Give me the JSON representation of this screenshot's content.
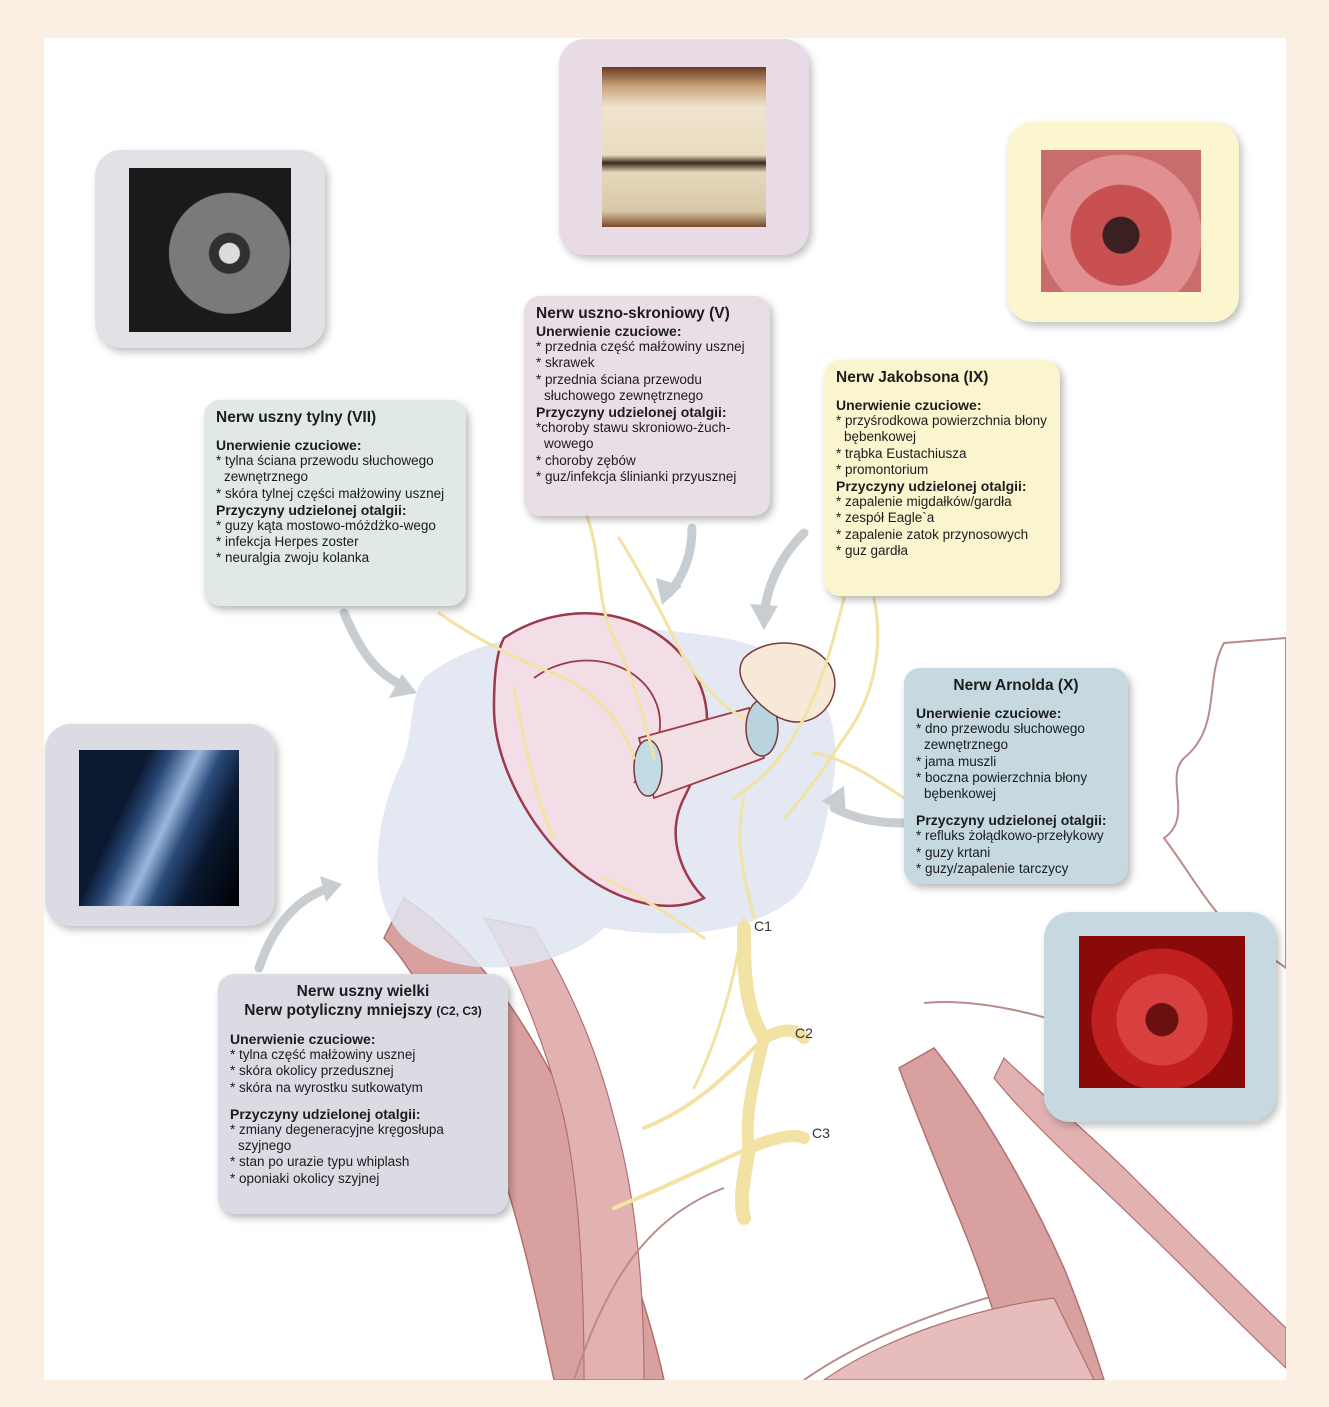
{
  "boxes": {
    "posterior_auricular": {
      "title": "Nerw uszny tylny  (VII)",
      "innervation_heading": "Unerwienie czuciowe:",
      "innervation": [
        "* tylna ściana przewodu słuchowego zewnętrznego",
        "* skóra tylnej części małżowiny usznej"
      ],
      "causes_heading": "Przyczyny udzielonej otalgii:",
      "causes": [
        "* guzy kąta mostowo-móżdżko-wego",
        "* infekcja Herpes zoster",
        "* neuralgia zwoju kolanka"
      ],
      "color": "#e1e9e5"
    },
    "auriculotemporal": {
      "title": "Nerw uszno-skroniowy (V)",
      "innervation_heading": "Unerwienie czuciowe:",
      "innervation": [
        "* przednia część małżowiny usznej",
        "* skrawek",
        "* przednia ściana przewodu słuchowego zewnętrznego"
      ],
      "causes_heading": "Przyczyny udzielonej otalgii:",
      "causes": [
        "*choroby stawu skroniowo-żuch-wowego",
        "* choroby zębów",
        "* guz/infekcja ślinianki przyusznej"
      ],
      "color": "#e9dde6"
    },
    "jacobson": {
      "title": "Nerw Jakobsona (IX)",
      "innervation_heading": "Unerwienie czuciowe:",
      "innervation": [
        "* przyśrodkowa powierzchnia błony bębenkowej",
        "* trąbka Eustachiusza",
        "* promontorium"
      ],
      "causes_heading": "Przyczyny udzielonej otalgii:",
      "causes": [
        "* zapalenie migdałków/gardła",
        "* zespół Eagle`a",
        "* zapalenie zatok przynosowych",
        "* guz gardła"
      ],
      "color": "#fbf5cf"
    },
    "arnold": {
      "title": "Nerw Arnolda (X)",
      "innervation_heading": "Unerwienie czuciowe:",
      "innervation": [
        "* dno przewodu słuchowego zewnętrznego",
        "* jama muszli",
        "* boczna powierzchnia błony bębenkowej"
      ],
      "causes_heading": "Przyczyny udzielonej otalgii:",
      "causes": [
        "* refluks żołądkowo-przełykowy",
        "* guzy krtani",
        "* guzy/zapalenie tarczycy"
      ],
      "color": "#c6d9e1"
    },
    "great_auricular": {
      "title": "Nerw uszny wielki",
      "title2": "Nerw potyliczny mniejszy",
      "title2_suffix": "(C2, C3)",
      "innervation_heading": "Unerwienie czuciowe:",
      "innervation": [
        "* tylna część małżowiny usznej",
        "* skóra okolicy przedusznej",
        "* skóra na wyrostku sutkowatym"
      ],
      "causes_heading": "Przyczyny udzielonej otalgii:",
      "causes": [
        "* zmiany degeneracyjne kręgosłupa szyjnego",
        "* stan po urazie typu whiplash",
        "* oponiaki okolicy szyjnej"
      ],
      "color": "#dadbe3"
    }
  },
  "spinal_labels": [
    "C1",
    "C2",
    "C3"
  ],
  "colors": {
    "page_border": "#fbeee2",
    "nerve": "#f2e2a3",
    "muscle": "#c98a8a",
    "arrow": "#c8cdd2",
    "frame_grey": "#e2e2e6",
    "frame_pink": "#e9dbe5",
    "frame_yellow": "#fcf6cf",
    "frame_blue": "#c8d8e0"
  }
}
